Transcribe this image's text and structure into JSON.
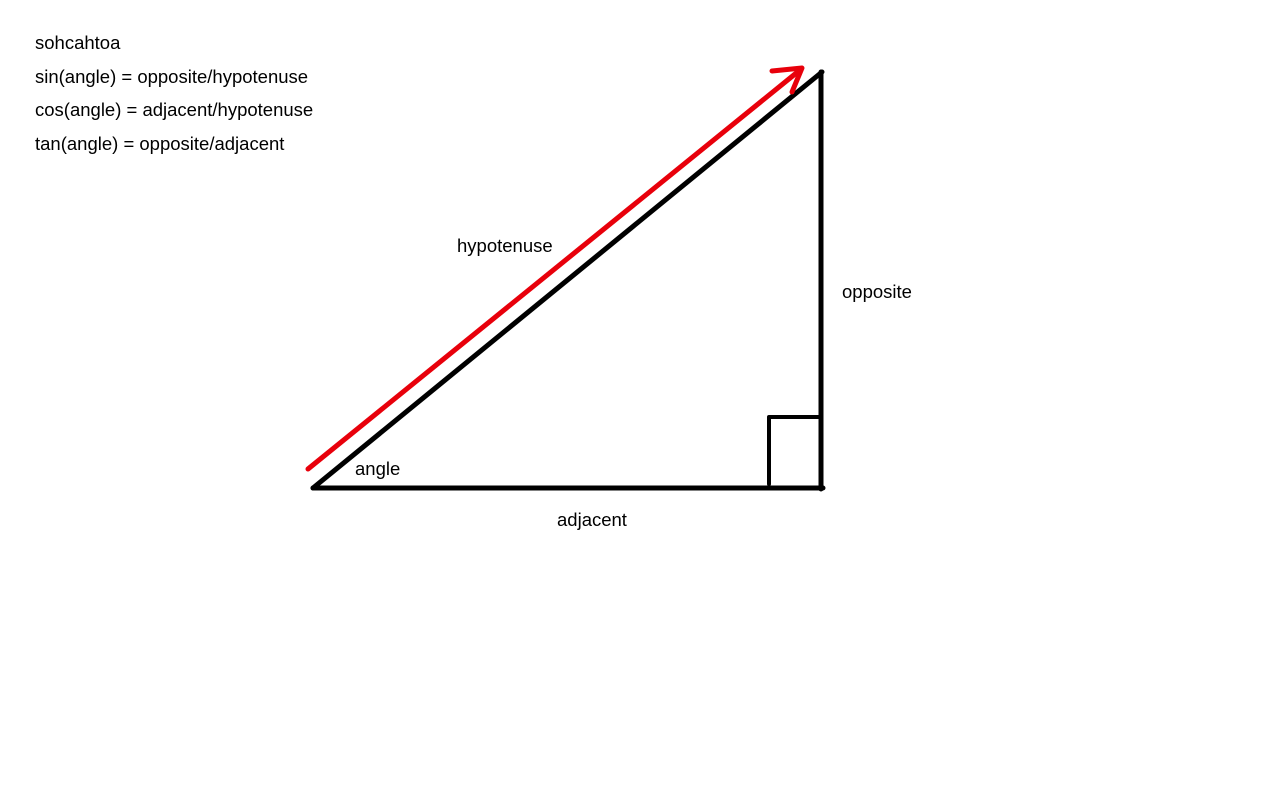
{
  "notes": {
    "title": "sohcahtoa",
    "sin": "sin(angle) = opposite/hypotenuse",
    "cos": "cos(angle) = adjacent/hypotenuse",
    "tan": "tan(angle) = opposite/adjacent"
  },
  "labels": {
    "hypotenuse": "hypotenuse",
    "opposite": "opposite",
    "angle": "angle",
    "adjacent": "adjacent"
  },
  "colors": {
    "stroke": "#000000",
    "arrow": "#e8000b",
    "background": "#ffffff"
  }
}
